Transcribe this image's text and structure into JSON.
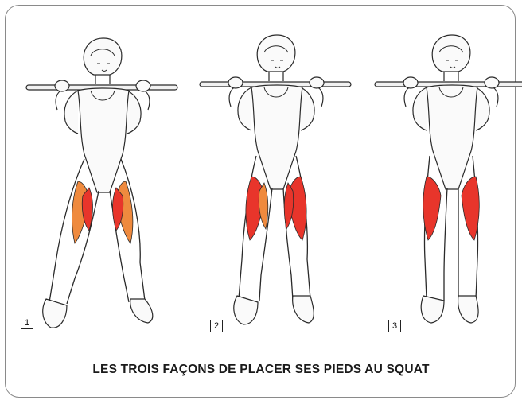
{
  "figures": [
    {
      "number": "1",
      "label": "wide stance, feet pointed out"
    },
    {
      "number": "2",
      "label": "medium stance"
    },
    {
      "number": "3",
      "label": "narrow stance, feet parallel"
    }
  ],
  "caption": "LES TROIS FAÇONS DE PLACER SES PIEDS AU SQUAT",
  "colors": {
    "muscle_red": "#e8352b",
    "muscle_orange": "#ef8a3e",
    "outline": "#2a2a2a",
    "border": "#8a8a8a"
  }
}
